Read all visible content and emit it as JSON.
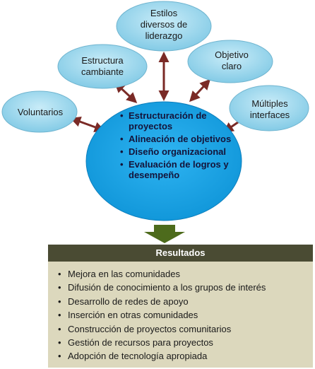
{
  "center": {
    "items": [
      "Estructuración de proyectos",
      "Alineación de objetivos",
      "Diseño organizacional",
      "Evaluación de logros y desempeño"
    ]
  },
  "nodes": {
    "voluntarios": "Voluntarios",
    "estructura": "Estructura cambiante",
    "estilos": "Estilos diversos de liderazgo",
    "objetivo": "Objetivo claro",
    "multiples": "Múltiples interfaces"
  },
  "results": {
    "title": "Resultados",
    "items": [
      "Mejora en las comunidades",
      "Difusión de conocimiento a los grupos de interés",
      "Desarrollo de redes de apoyo",
      "Inserción en otras comunidades",
      "Construcción de proyectos comunitarios",
      "Gestión de recursos para proyectos",
      "Adopción de tecnología apropiada"
    ]
  },
  "colors": {
    "center_fill": "#1aa3e6",
    "node_fill": "#8fd0ea",
    "arrow": "#7a2a26",
    "down_arrow": "#4d6b1c",
    "results_header": "#4a4b33",
    "results_body": "#dcd8bd"
  }
}
